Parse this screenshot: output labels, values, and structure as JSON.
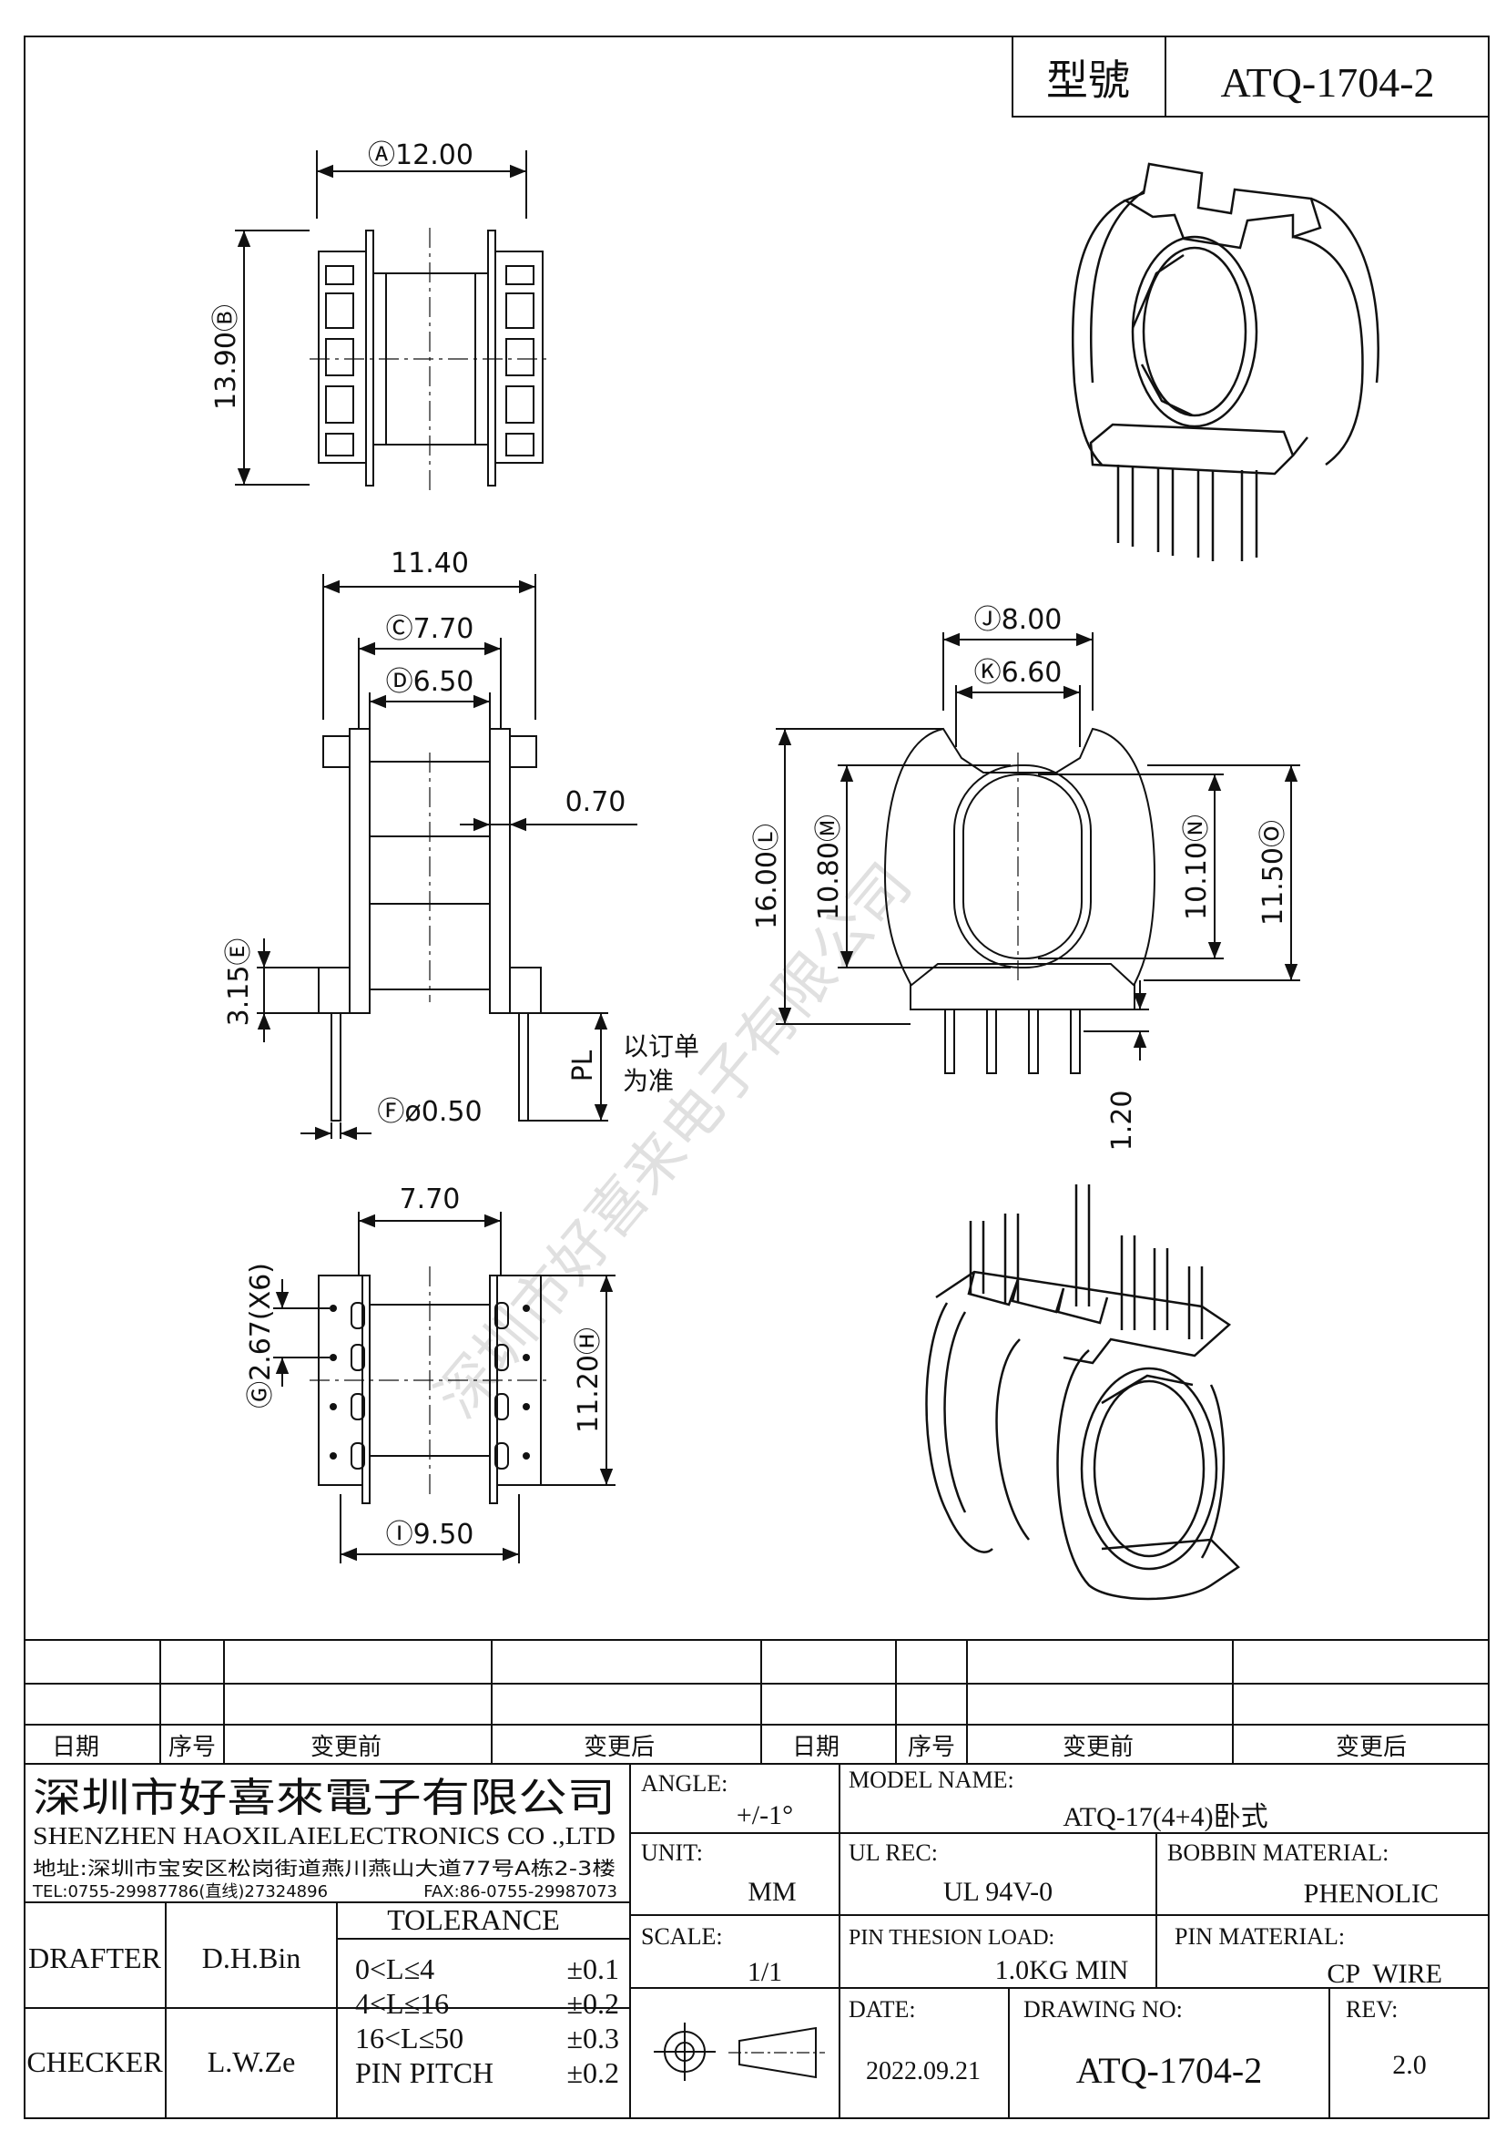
{
  "header": {
    "model_label": "型號",
    "model_value": "ATQ-1704-2"
  },
  "top_view": {
    "dim_a": "Ⓐ12.00",
    "dim_b": "13.90Ⓑ"
  },
  "front_view": {
    "dim_width": "11.40",
    "dim_c": "Ⓒ7.70",
    "dim_d": "Ⓓ6.50",
    "dim_flange": "0.70",
    "dim_e": "3.15Ⓔ",
    "dim_pl": "PL",
    "pl_note_1": "以订单",
    "pl_note_2": "为准",
    "dim_f": "Ⓕø0.50"
  },
  "side_view": {
    "dim_j": "Ⓙ8.00",
    "dim_k": "Ⓚ6.60",
    "dim_l": "16.00Ⓛ",
    "dim_m": "10.80Ⓜ",
    "dim_n": "10.10Ⓝ",
    "dim_o": "11.50Ⓞ",
    "dim_pin": "1.20"
  },
  "bottom_view": {
    "dim_width": "7.70",
    "dim_g": "Ⓖ2.67(X6)",
    "dim_h": "11.20Ⓗ",
    "dim_i": "Ⓘ9.50"
  },
  "watermark": "深圳市好喜来电子有限公司",
  "revision_table": {
    "headers": [
      "日期",
      "序号",
      "变更前",
      "变更后",
      "日期",
      "序号",
      "变更前",
      "变更后"
    ]
  },
  "title_block": {
    "company_cn": "深圳市好喜來電子有限公司",
    "company_en": "SHENZHEN HAOXILAIELECTRONICS CO .,LTD",
    "address": "地址:深圳市宝安区松岗街道燕川燕山大道77号A栋2-3楼",
    "tel": "TEL:0755-29987786(直线)27324896",
    "fax": "FAX:86-0755-29987073",
    "drafter_label": "DRAFTER",
    "drafter_value": "D.H.Bin",
    "checker_label": "CHECKER",
    "checker_value": "L.W.Ze",
    "tolerance_title": "TOLERANCE",
    "tolerance_rows": [
      {
        "range": "0<L≤4",
        "value": "±0.1"
      },
      {
        "range": "4<L≤16",
        "value": "±0.2"
      },
      {
        "range": "16<L≤50",
        "value": "±0.3"
      },
      {
        "range": "PIN PITCH",
        "value": "±0.2"
      }
    ],
    "angle_label": "ANGLE:",
    "angle_value": "+/-1°",
    "unit_label": "UNIT:",
    "unit_value": "MM",
    "scale_label": "SCALE:",
    "scale_value": "1/1",
    "model_name_label": "MODEL NAME:",
    "model_name_value": "ATQ-17(4+4)卧式",
    "ul_rec_label": "UL REC:",
    "ul_rec_value": "UL 94V-0",
    "bobbin_material_label": "BOBBIN MATERIAL:",
    "bobbin_material_value": "PHENOLIC",
    "pin_load_label": "PIN THESION LOAD:",
    "pin_load_value": "1.0KG MIN",
    "pin_material_label": "PIN MATERIAL:",
    "pin_material_value": "CP  WIRE",
    "date_label": "DATE:",
    "date_value": "2022.09.21",
    "drawing_no_label": "DRAWING NO:",
    "drawing_no_value": "ATQ-1704-2",
    "rev_label": "REV:",
    "rev_value": "2.0"
  }
}
